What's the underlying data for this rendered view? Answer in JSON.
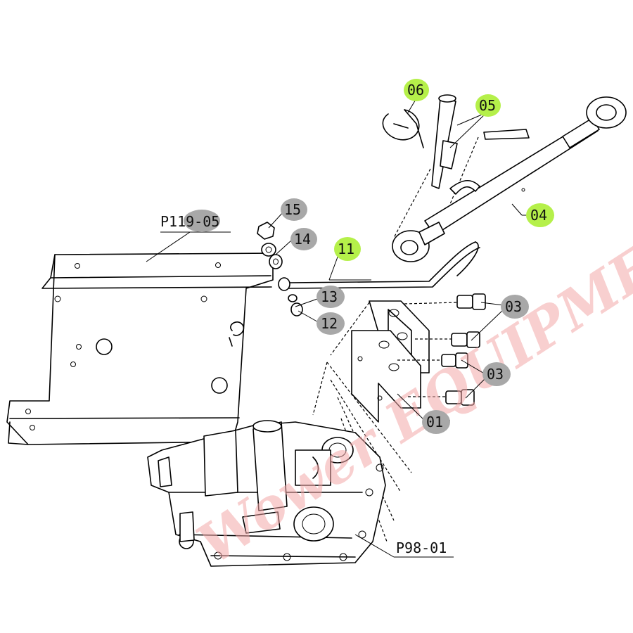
{
  "colors": {
    "highlight_green": "#b5f04a",
    "highlight_gray": "#a8a8a8",
    "watermark_pink": "#f4a8a8",
    "ink": "#000000"
  },
  "watermark": {
    "text": "Wower EQUIPMENT"
  },
  "callouts": {
    "c06": "06",
    "c05": "05",
    "c04": "04",
    "c11": "11",
    "c15": "15",
    "c14": "14",
    "c13": "13",
    "c12": "12",
    "c03a": "03",
    "c03b": "03",
    "c01": "01",
    "p119": "P119-05",
    "p98": "P98-01"
  }
}
